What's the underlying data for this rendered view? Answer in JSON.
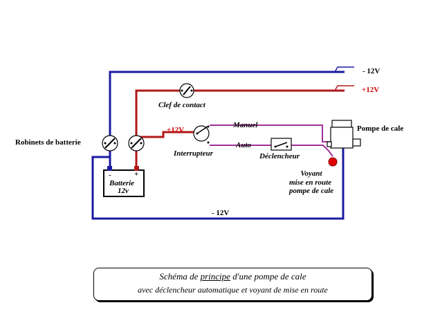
{
  "labels": {
    "minus12_top": "- 12V",
    "plus12_top": "+12V",
    "clef": "Clef de contact",
    "robinets": "Robinets de batterie",
    "plus12_inter": "+12V",
    "manuel": "Manuel",
    "auto": "Auto",
    "interrupteur": "Interrupteur",
    "declencheur": "Déclencheur",
    "pompe": "Pompe de cale",
    "voyant_1": "Voyant",
    "voyant_2": "mise en route",
    "voyant_3": "pompe de cale",
    "batterie_minus": "-",
    "batterie_plus": "+",
    "batterie_name": "Batterie",
    "batterie_volt": "12v",
    "minus12_bottom": "- 12V"
  },
  "caption": {
    "line1_pre": "Schéma de ",
    "line1_u": "principe",
    "line1_post": " d'une pompe de cale",
    "line2": "avec déclencheur automatique et voyant de mise en route"
  },
  "colors": {
    "negative_wire": "#1a1aa0",
    "positive_wire": "#b01818",
    "control_wire": "#a0309a",
    "voyant_lamp": "#e00000"
  }
}
